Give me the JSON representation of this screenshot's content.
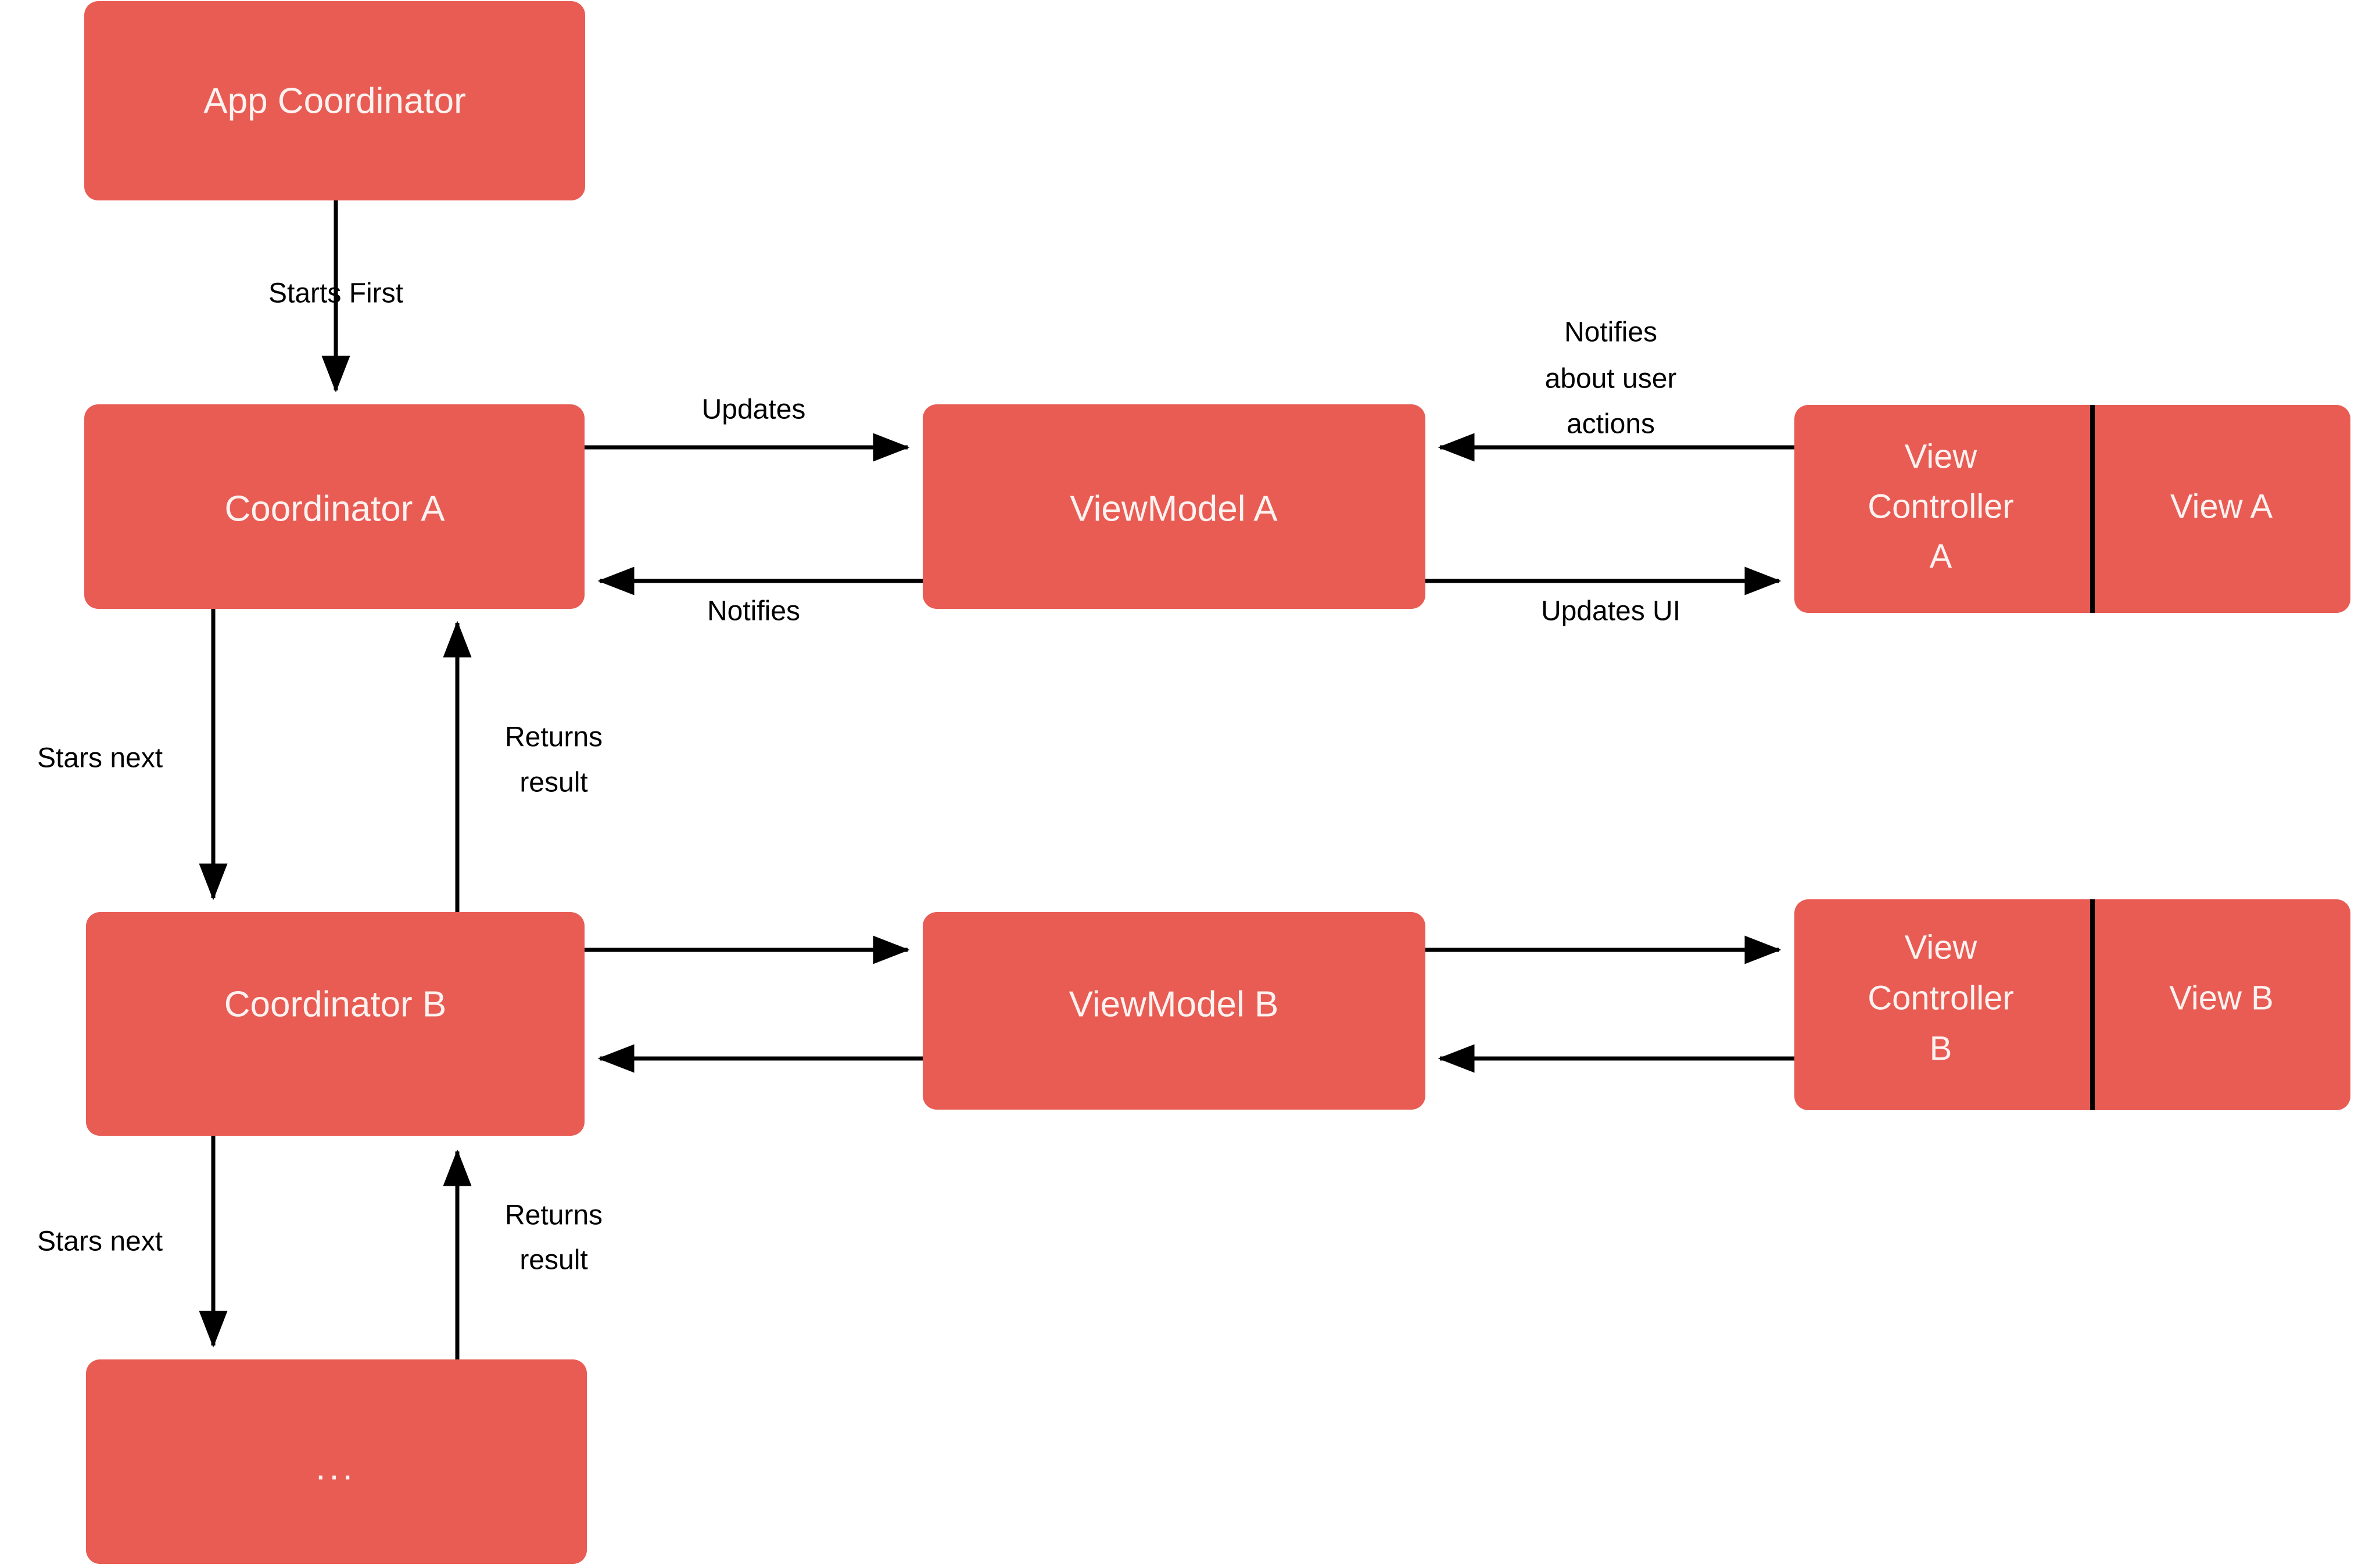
{
  "diagram": {
    "title": "Coordinator + MVVM architecture flow",
    "background_color": "#ffffff",
    "node_fill_color": "#e85c54",
    "node_text_color": "#fdf2f0",
    "edge_color": "#000000",
    "nodes": [
      {
        "id": "app-coordinator",
        "label": "App Coordinator"
      },
      {
        "id": "coordinator-a",
        "label": "Coordinator A"
      },
      {
        "id": "viewmodel-a",
        "label": "ViewModel A"
      },
      {
        "id": "view-controller-a",
        "label": "View Controller A"
      },
      {
        "id": "view-a",
        "label": "View A"
      },
      {
        "id": "coordinator-b",
        "label": "Coordinator B"
      },
      {
        "id": "viewmodel-b",
        "label": "ViewModel B"
      },
      {
        "id": "view-controller-b",
        "label": "View Controller B"
      },
      {
        "id": "view-b",
        "label": "View B"
      },
      {
        "id": "more-coordinators",
        "label": "..."
      }
    ],
    "view_controller_a_lines": [
      "View",
      "Controller",
      "A"
    ],
    "view_controller_b_lines": [
      "View",
      "Controller",
      "B"
    ],
    "edge_labels": {
      "starts_first": "Starts First",
      "updates": "Updates",
      "notifies": "Notifies",
      "notifies_about_user_actions_line1": "Notifies",
      "notifies_about_user_actions_line2": "about user",
      "notifies_about_user_actions_line3": "actions",
      "updates_ui": "Updates UI",
      "stars_next_a_to_b": "Stars next",
      "returns_result_b_to_a": "Returns",
      "returns_result_b_to_a_line2": "result",
      "stars_next_b_to_more": "Stars next",
      "returns_result_more_to_b": "Returns",
      "returns_result_more_to_b_line2": "result"
    }
  }
}
